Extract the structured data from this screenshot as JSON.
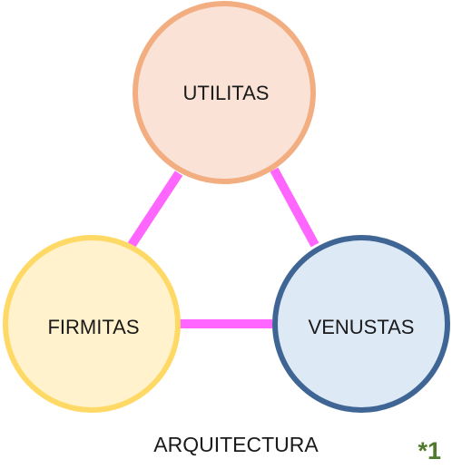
{
  "diagram": {
    "nodes": {
      "utilitas": {
        "label": "UTILITAS",
        "fill": "#fae3d6",
        "stroke": "#f2ad80"
      },
      "firmitas": {
        "label": "FIRMITAS",
        "fill": "#fff2cc",
        "stroke": "#ffd966"
      },
      "venustas": {
        "label": "VENUSTAS",
        "fill": "#dee9f6",
        "stroke": "#3f6594"
      }
    },
    "connector_color": "#ff66ff",
    "caption": "ARQUITECTURA",
    "footnote": "*1",
    "footnote_color": "#4f7a2c"
  }
}
